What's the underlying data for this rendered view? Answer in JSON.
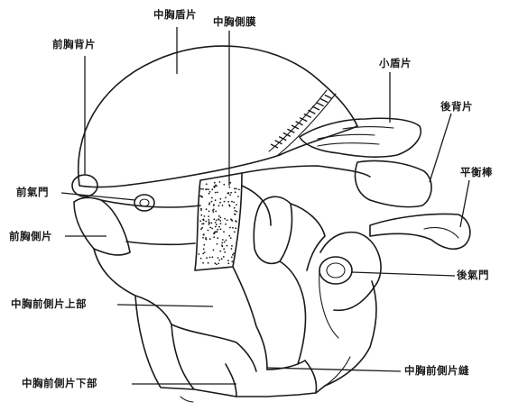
{
  "diagram": {
    "labels": {
      "mesoscutum": "中胸盾片",
      "mesopleural_membrane": "中胸側膜",
      "pronotum": "前胸背片",
      "scutellum": "小盾片",
      "postnotum": "後背片",
      "anterior_spiracle": "前氣門",
      "halter": "平衡棒",
      "propleuron": "前胸側片",
      "posterior_spiracle": "後氣門",
      "mesanepisternum": "中胸前側片上部",
      "mesokatepisternum": "中胸前側片下部",
      "mesopleural_suture": "中胸前側片縫"
    }
  }
}
